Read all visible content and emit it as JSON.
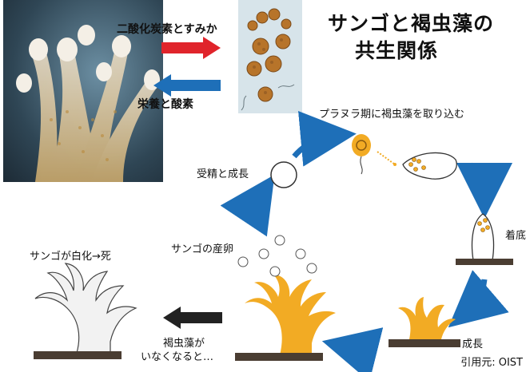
{
  "title": {
    "line1": "サンゴと褐虫藻の",
    "line2": "共生関係"
  },
  "photo_labels": {
    "co2_waste": "二酸化炭素とすみか",
    "nutrients_oxygen": "栄養と酸素"
  },
  "cycle_labels": {
    "planula_uptake": "プラヌラ期に褐虫藻を取り込む",
    "fertilization_growth": "受精と成長",
    "settlement": "着底",
    "growth": "成長",
    "spawning": "サンゴの産卵",
    "bleaching_death": "サンゴが白化→死",
    "loss_line1": "褐虫藻が",
    "loss_line2": "いなくなると…"
  },
  "credit": "引用元: OIST",
  "colors": {
    "coral_orange": "#f2ab24",
    "arrow_blue": "#1e6fb8",
    "arrow_red": "#e0242b",
    "ground_brown": "#4a3d32",
    "bleached_coral": "#f2f2f2"
  }
}
